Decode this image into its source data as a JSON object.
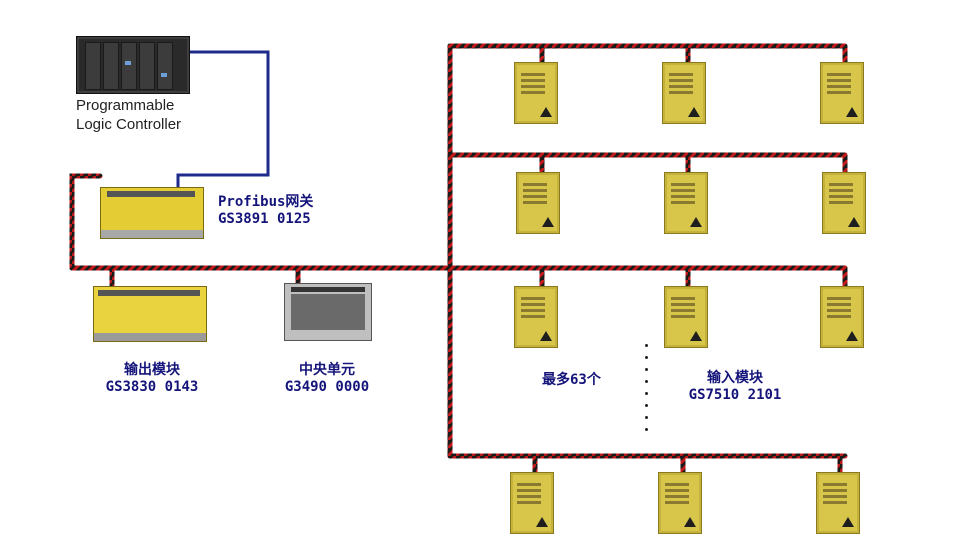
{
  "plc": {
    "label_line1": "Programmable",
    "label_line2": "Logic Controller"
  },
  "gateway": {
    "name": "Profibus网关",
    "code": "GS3891  0125"
  },
  "output_module": {
    "name": "输出模块",
    "code": "GS3830  0143"
  },
  "central_unit": {
    "name": "中央单元",
    "code": "G3490  0000"
  },
  "input_module": {
    "max_note": "最多63个",
    "name": "输入模块",
    "code": "GS7510  2101"
  },
  "colors": {
    "plc_link": "#1e2a8c",
    "bus_red": "#c21a1a",
    "bus_black": "#1a1a1a",
    "label_text": "#14147a",
    "module_yellow": "#d8c64a"
  },
  "icons": [
    "plc-rack-icon",
    "gateway-device-icon",
    "output-module-icon",
    "central-unit-icon",
    "input-module-icon"
  ]
}
